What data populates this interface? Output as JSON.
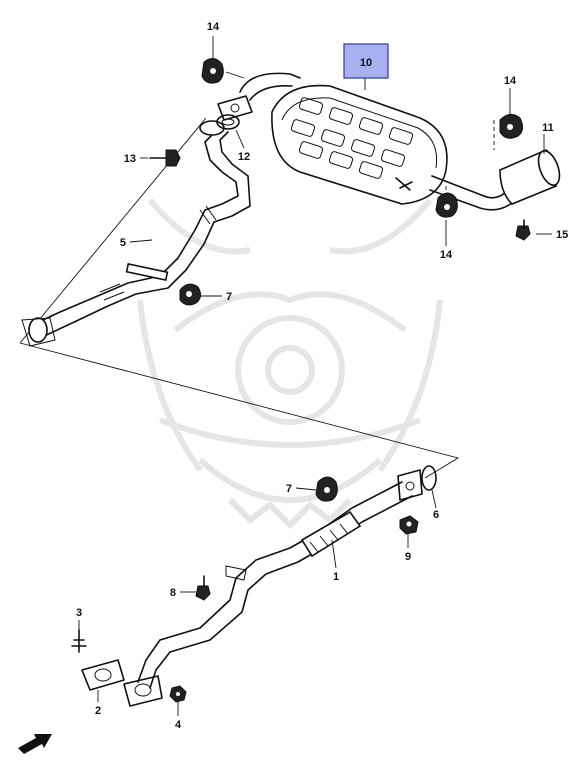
{
  "callouts": {
    "part_1": "1",
    "part_2": "2",
    "part_3": "3",
    "part_4": "4",
    "part_5": "5",
    "part_6": "6",
    "part_7_upper": "7",
    "part_7_lower": "7",
    "part_8": "8",
    "part_9": "9",
    "part_10": "10",
    "part_11": "11",
    "part_12": "12",
    "part_13": "13",
    "part_14_top": "14",
    "part_14_right": "14",
    "part_14_lower": "14",
    "part_15": "15"
  },
  "colors": {
    "highlight_fill": "#a9b0f0",
    "highlight_border": "#2f37a8",
    "ink": "#111111",
    "watermark": "#e3e3e3"
  },
  "icons": {
    "front_arrow": "front-arrow-icon",
    "watermark": "samurai-helmet-watermark"
  }
}
